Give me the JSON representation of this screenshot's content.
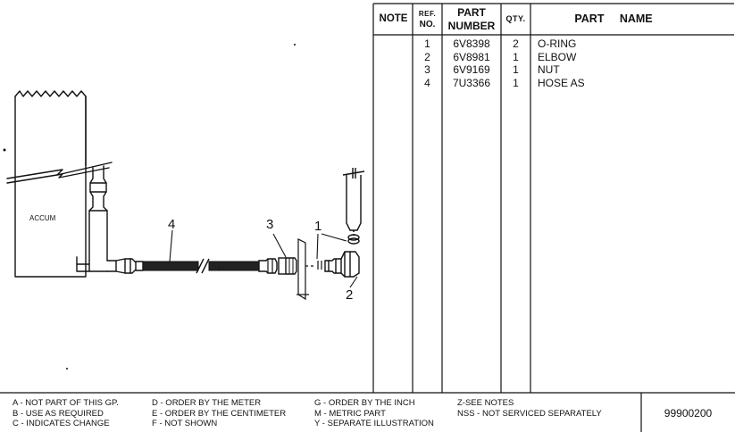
{
  "table": {
    "headers": {
      "note": "NOTE",
      "ref_top": "REF.",
      "ref_bottom": "NO.",
      "part_number_top": "PART",
      "part_number_bottom": "NUMBER",
      "qty": "QTY.",
      "part_name": "PART     NAME"
    },
    "rows": [
      {
        "ref": "1",
        "part_number": "6V8398",
        "qty": "2",
        "name": "O-RING"
      },
      {
        "ref": "2",
        "part_number": "6V8981",
        "qty": "1",
        "name": "ELBOW"
      },
      {
        "ref": "3",
        "part_number": "6V9169",
        "qty": "1",
        "name": "NUT"
      },
      {
        "ref": "4",
        "part_number": "7U3366",
        "qty": "1",
        "name": "HOSE AS"
      }
    ]
  },
  "diagram": {
    "accum_label": "ACCUM",
    "callouts": [
      "1",
      "2",
      "3",
      "4"
    ]
  },
  "legend": {
    "col1": [
      "A - NOT PART OF THIS GP.",
      "B - USE  AS REQUIRED",
      "C - INDICATES CHANGE"
    ],
    "col2": [
      "D - ORDER BY THE  METER",
      "E - ORDER BY THE CENTIMETER",
      "F - NOT SHOWN"
    ],
    "col3": [
      "G - ORDER BY THE INCH",
      "M - METRIC PART",
      "Y - SEPARATE ILLUSTRATION"
    ],
    "col4": [
      "Z-SEE NOTES",
      "NSS - NOT SERVICED SEPARATELY"
    ]
  },
  "illustration_number": "99900200"
}
